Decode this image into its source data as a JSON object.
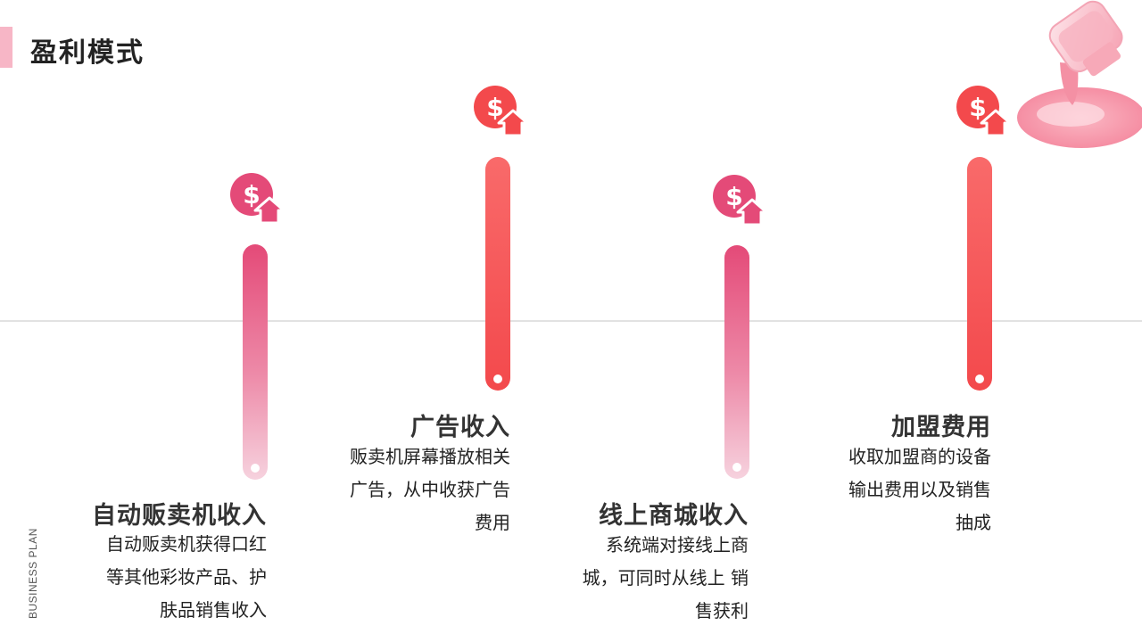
{
  "header": {
    "title": "盈利模式"
  },
  "side_label": "BUSINESS PLAN",
  "icons": {
    "money": "dollar-up-arrow-icon",
    "decoration": "nail-polish-bottle-icon"
  },
  "colors": {
    "pink": "#e44a78",
    "red": "#f3494c",
    "accent": "#f7b6c6"
  },
  "items": [
    {
      "title": "自动贩卖机收入",
      "desc": [
        "自动贩卖机获得口红",
        "等其他彩妆产品、护",
        "肤品销售收入"
      ]
    },
    {
      "title": "广告收入",
      "desc": [
        "贩卖机屏幕播放相关",
        "广告，从中收获广告",
        "费用"
      ]
    },
    {
      "title": "线上商城收入",
      "desc": [
        "系统端对接线上商",
        "城，可同时从线上 销",
        "售获利"
      ]
    },
    {
      "title": "加盟费用",
      "desc": [
        "收取加盟商的设备",
        "输出费用以及销售",
        "抽成"
      ]
    }
  ]
}
